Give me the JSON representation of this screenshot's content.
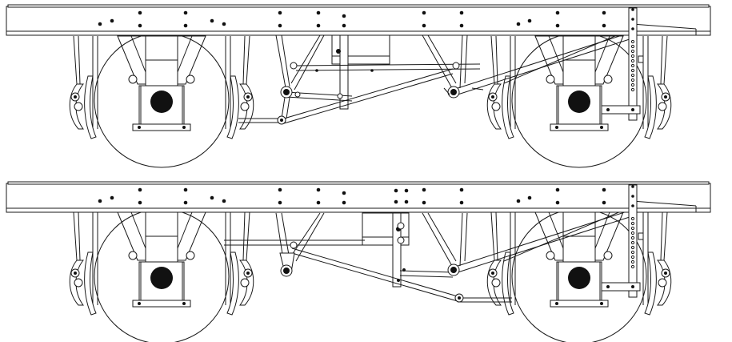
{
  "colors": {
    "line": "#1a1a1a",
    "fill": "#ffffff",
    "solid": "#111111",
    "background": "#ffffff"
  },
  "views": [
    {
      "id": "upper",
      "description_key": "chassis-side-elevation-upper",
      "brake_variant": "a"
    },
    {
      "id": "lower",
      "description_key": "chassis-side-elevation-lower",
      "brake_variant": "b"
    }
  ]
}
